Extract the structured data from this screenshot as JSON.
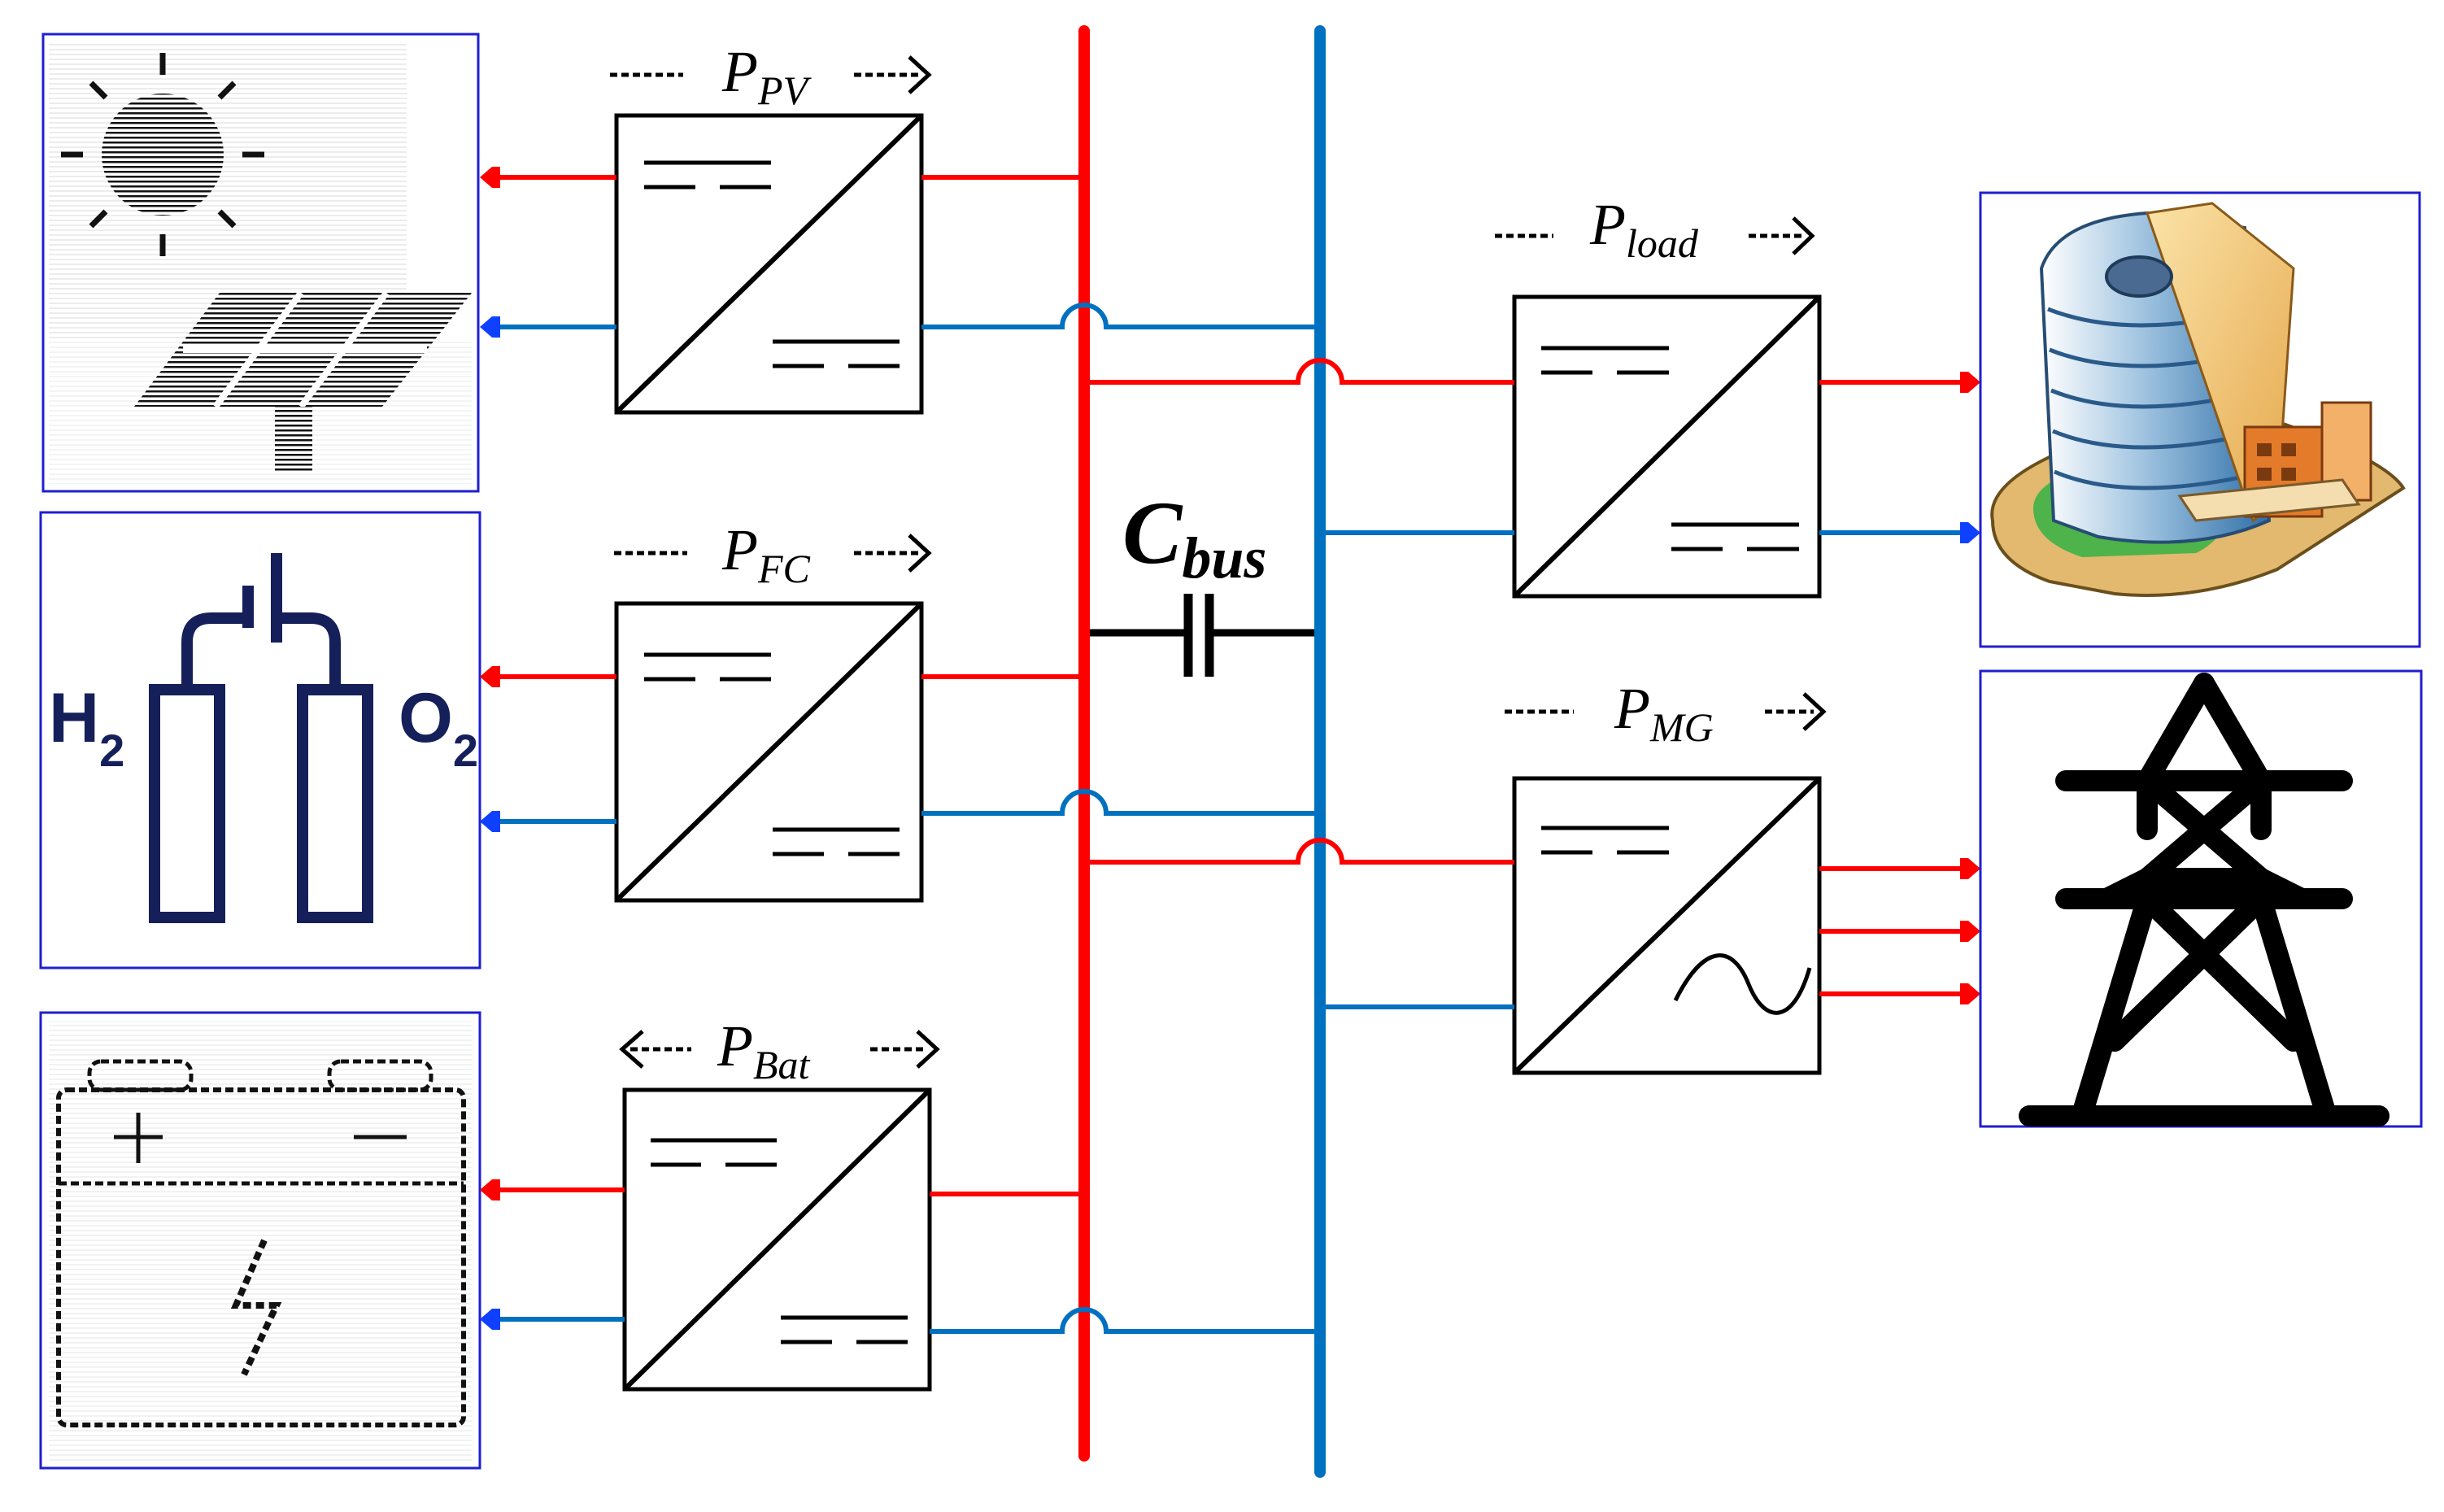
{
  "colors": {
    "positive_rail": "#ff0000",
    "negative_rail": "#0070c0",
    "frame": "#1f1fd0",
    "converter": "#000000",
    "h2_symbol": "#15205a"
  },
  "bus": {
    "capacitor_label": {
      "main": "C",
      "sub": "bus"
    }
  },
  "sources": {
    "pv": {
      "icon": "solar-panel-icon",
      "power_label": {
        "main": "P",
        "sub": "PV"
      },
      "converter_type": "dc-dc"
    },
    "fuel_cell": {
      "icon": "fuel-cell-icon",
      "power_label": {
        "main": "P",
        "sub": "FC"
      },
      "converter_type": "dc-dc",
      "left_text": {
        "main": "H",
        "sub": "2"
      },
      "right_text": {
        "main": "O",
        "sub": "2"
      }
    },
    "battery": {
      "icon": "battery-icon",
      "power_label": {
        "main": "P",
        "sub": "Bat"
      },
      "converter_type": "dc-dc",
      "bidirectional": true
    }
  },
  "outputs": {
    "load": {
      "icon": "building-icon",
      "power_label": {
        "main": "P",
        "sub": "load"
      },
      "converter_type": "dc-dc"
    },
    "grid": {
      "icon": "transmission-tower-icon",
      "power_label": {
        "main": "P",
        "sub": "MG"
      },
      "converter_type": "dc-ac"
    }
  }
}
